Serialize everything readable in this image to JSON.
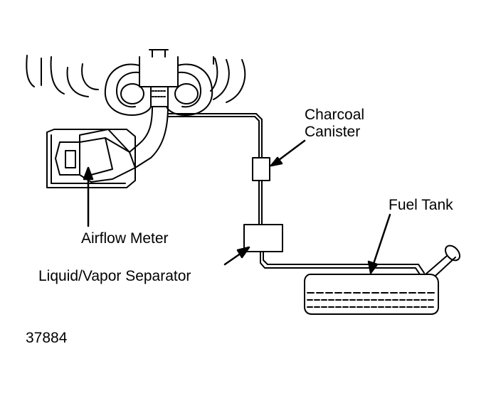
{
  "labels": {
    "charcoal_canister_line1": "Charcoal",
    "charcoal_canister_line2": "Canister",
    "fuel_tank": "Fuel Tank",
    "airflow_meter": "Airflow Meter",
    "separator": "Liquid/Vapor Separator",
    "figure_number": "37884"
  },
  "colors": {
    "ink": "#000000",
    "paper": "#ffffff"
  }
}
